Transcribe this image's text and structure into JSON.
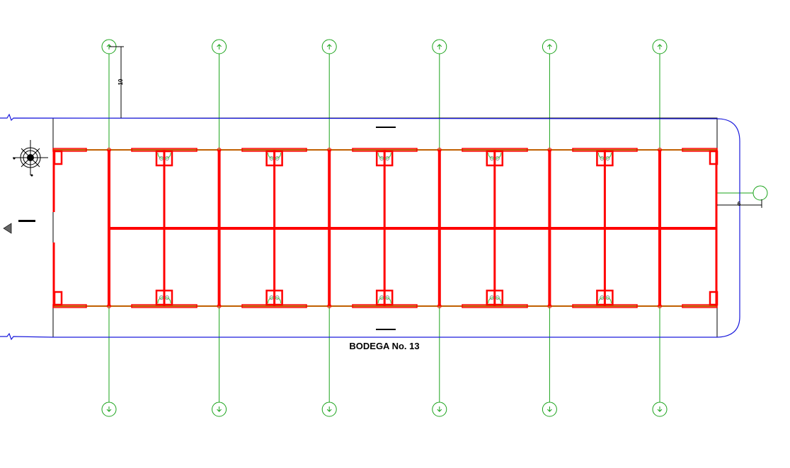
{
  "drawing": {
    "title": "BODEGA No. 13",
    "dimension_top": "10",
    "dimension_right": "6",
    "axes_count": 6,
    "intermediate_beams_count": 5
  },
  "colors": {
    "grid": "#1aa31a",
    "structure": "#ff0000",
    "outline_blue": "#1a1adc",
    "beam_link": "#c06000",
    "outline": "#000000"
  }
}
